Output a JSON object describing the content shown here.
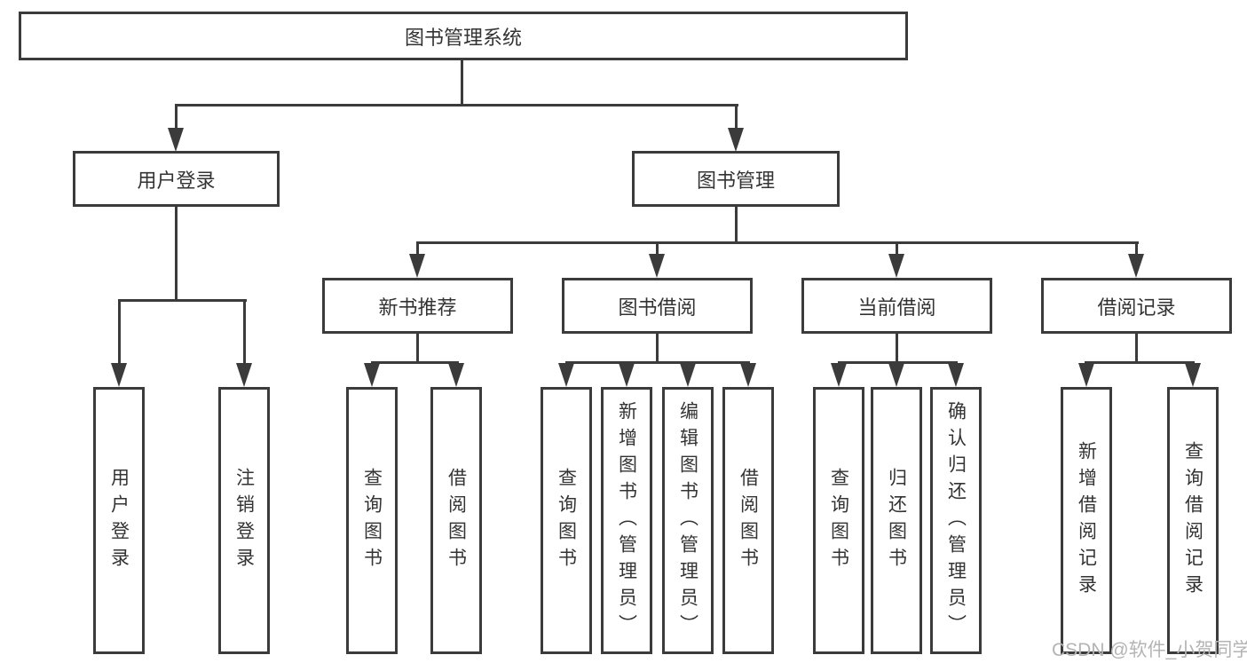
{
  "diagram": {
    "root": {
      "label": "图书管理系统"
    },
    "level2": [
      {
        "label": "用户登录"
      },
      {
        "label": "图书管理"
      }
    ],
    "level3": [
      {
        "label": "新书推荐"
      },
      {
        "label": "图书借阅"
      },
      {
        "label": "当前借阅"
      },
      {
        "label": "借阅记录"
      }
    ],
    "leaves": {
      "user_login": [
        "用户登录",
        "注销登录"
      ],
      "new_book": [
        "查询图书",
        "借阅图书"
      ],
      "book_borrow": [
        "查询图书",
        "新增图书（管理员）",
        "编辑图书（管理员）",
        "借阅图书"
      ],
      "current_borrow": [
        "查询图书",
        "归还图书",
        "确认归还（管理员）"
      ],
      "borrow_record": [
        "新增借阅记录",
        "查询借阅记录"
      ]
    }
  },
  "watermark": {
    "text": "CSDN @软件_小贺同学"
  },
  "colors": {
    "line": "#3b3b3b",
    "text": "#333333",
    "background": "#ffffff",
    "watermark": "#b4b4b4"
  }
}
